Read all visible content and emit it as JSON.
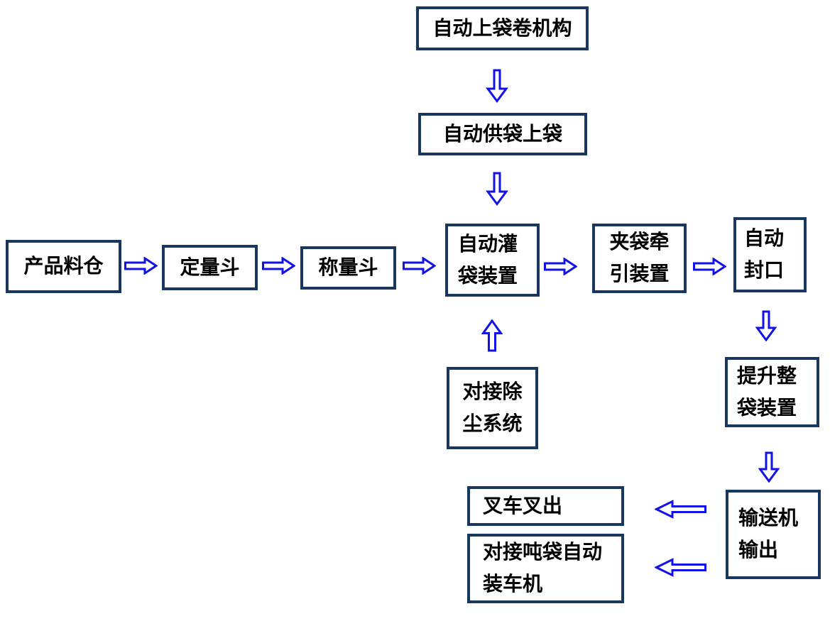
{
  "diagram": {
    "type": "flowchart",
    "background_color": "#FFFFFF",
    "box_border_color": "#17375E",
    "arrow_color": "#1111E8",
    "text_color": "#000000",
    "nodes": {
      "auto_bag_roll": {
        "label": "自动上袋卷机构",
        "lines": [
          "自动上袋卷机构"
        ]
      },
      "auto_bag_supply": {
        "label": "自动供袋上袋",
        "lines": [
          "自动供袋上袋"
        ]
      },
      "product_silo": {
        "label": "产品料仓",
        "lines": [
          "产品料仓"
        ]
      },
      "dosing_hopper": {
        "label": "定量斗",
        "lines": [
          "定量斗"
        ]
      },
      "weighing_hopper": {
        "label": "称量斗",
        "lines": [
          "称量斗"
        ]
      },
      "bag_filling": {
        "label": "自动灌袋装置",
        "lines": [
          "自动灌",
          "袋装置"
        ]
      },
      "bag_clamping": {
        "label": "夹袋牵引装置",
        "lines": [
          "夹袋牵",
          "引装置"
        ]
      },
      "auto_sealing": {
        "label": "自动封口",
        "lines": [
          "自动",
          "封口"
        ]
      },
      "dust_removal": {
        "label": "对接除尘系统",
        "lines": [
          "对接除",
          "尘系统"
        ]
      },
      "bag_lifting": {
        "label": "提升整袋装置",
        "lines": [
          "提升整",
          "袋装置"
        ]
      },
      "conveyor_output": {
        "label": "输送机输出",
        "lines": [
          "输送机",
          "输出"
        ]
      },
      "forklift_out": {
        "label": "叉车叉出",
        "lines": [
          "叉车叉出"
        ]
      },
      "ton_bag_loader": {
        "label": "对接吨袋自动装车机",
        "lines": [
          "对接吨袋自动",
          "装车机"
        ]
      }
    },
    "edges": [
      {
        "from": "auto_bag_roll",
        "to": "auto_bag_supply",
        "direction": "down"
      },
      {
        "from": "auto_bag_supply",
        "to": "bag_filling",
        "direction": "down"
      },
      {
        "from": "product_silo",
        "to": "dosing_hopper",
        "direction": "right"
      },
      {
        "from": "dosing_hopper",
        "to": "weighing_hopper",
        "direction": "right"
      },
      {
        "from": "weighing_hopper",
        "to": "bag_filling",
        "direction": "right"
      },
      {
        "from": "bag_filling",
        "to": "bag_clamping",
        "direction": "right"
      },
      {
        "from": "bag_clamping",
        "to": "auto_sealing",
        "direction": "right"
      },
      {
        "from": "dust_removal",
        "to": "bag_filling",
        "direction": "up"
      },
      {
        "from": "auto_sealing",
        "to": "bag_lifting",
        "direction": "down"
      },
      {
        "from": "bag_lifting",
        "to": "conveyor_output",
        "direction": "down"
      },
      {
        "from": "conveyor_output",
        "to": "forklift_out",
        "direction": "left"
      },
      {
        "from": "conveyor_output",
        "to": "ton_bag_loader",
        "direction": "left"
      }
    ]
  }
}
